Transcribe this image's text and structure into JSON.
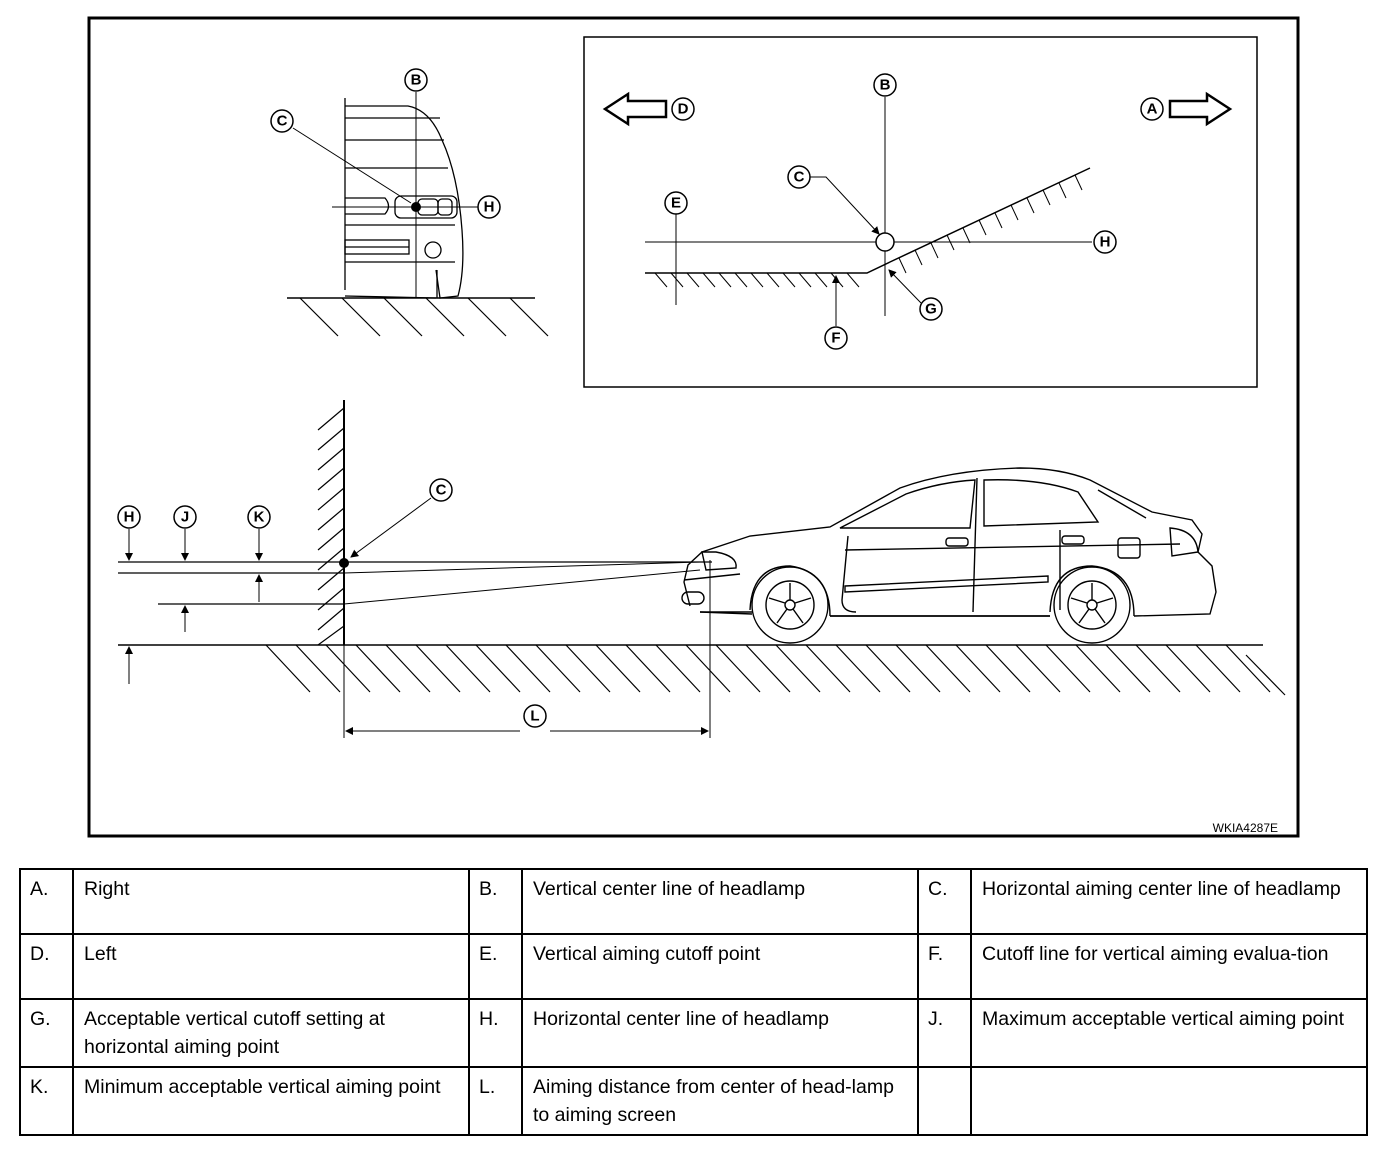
{
  "figure": {
    "code": "WKIA4287E",
    "callouts": {
      "A": "A",
      "B": "B",
      "C": "C",
      "D": "D",
      "E": "E",
      "F": "F",
      "G": "G",
      "H": "H",
      "J": "J",
      "K": "K",
      "L": "L"
    }
  },
  "legend": [
    {
      "key": "A.",
      "text": "Right"
    },
    {
      "key": "B.",
      "text": "Vertical center line of headlamp"
    },
    {
      "key": "C.",
      "text": "Horizontal aiming center line of headlamp"
    },
    {
      "key": "D.",
      "text": "Left"
    },
    {
      "key": "E.",
      "text": "Vertical aiming cutoff point"
    },
    {
      "key": "F.",
      "text": "Cutoff line for vertical aiming evalua-tion"
    },
    {
      "key": "G.",
      "text": "Acceptable vertical cutoff setting at horizontal aiming point"
    },
    {
      "key": "H.",
      "text": "Horizontal center line of headlamp"
    },
    {
      "key": "J.",
      "text": "Maximum acceptable vertical aiming point"
    },
    {
      "key": "K.",
      "text": "Minimum acceptable vertical aiming point"
    },
    {
      "key": "L.",
      "text": "Aiming distance from center of head-lamp to aiming screen"
    },
    {
      "key": "",
      "text": ""
    }
  ]
}
